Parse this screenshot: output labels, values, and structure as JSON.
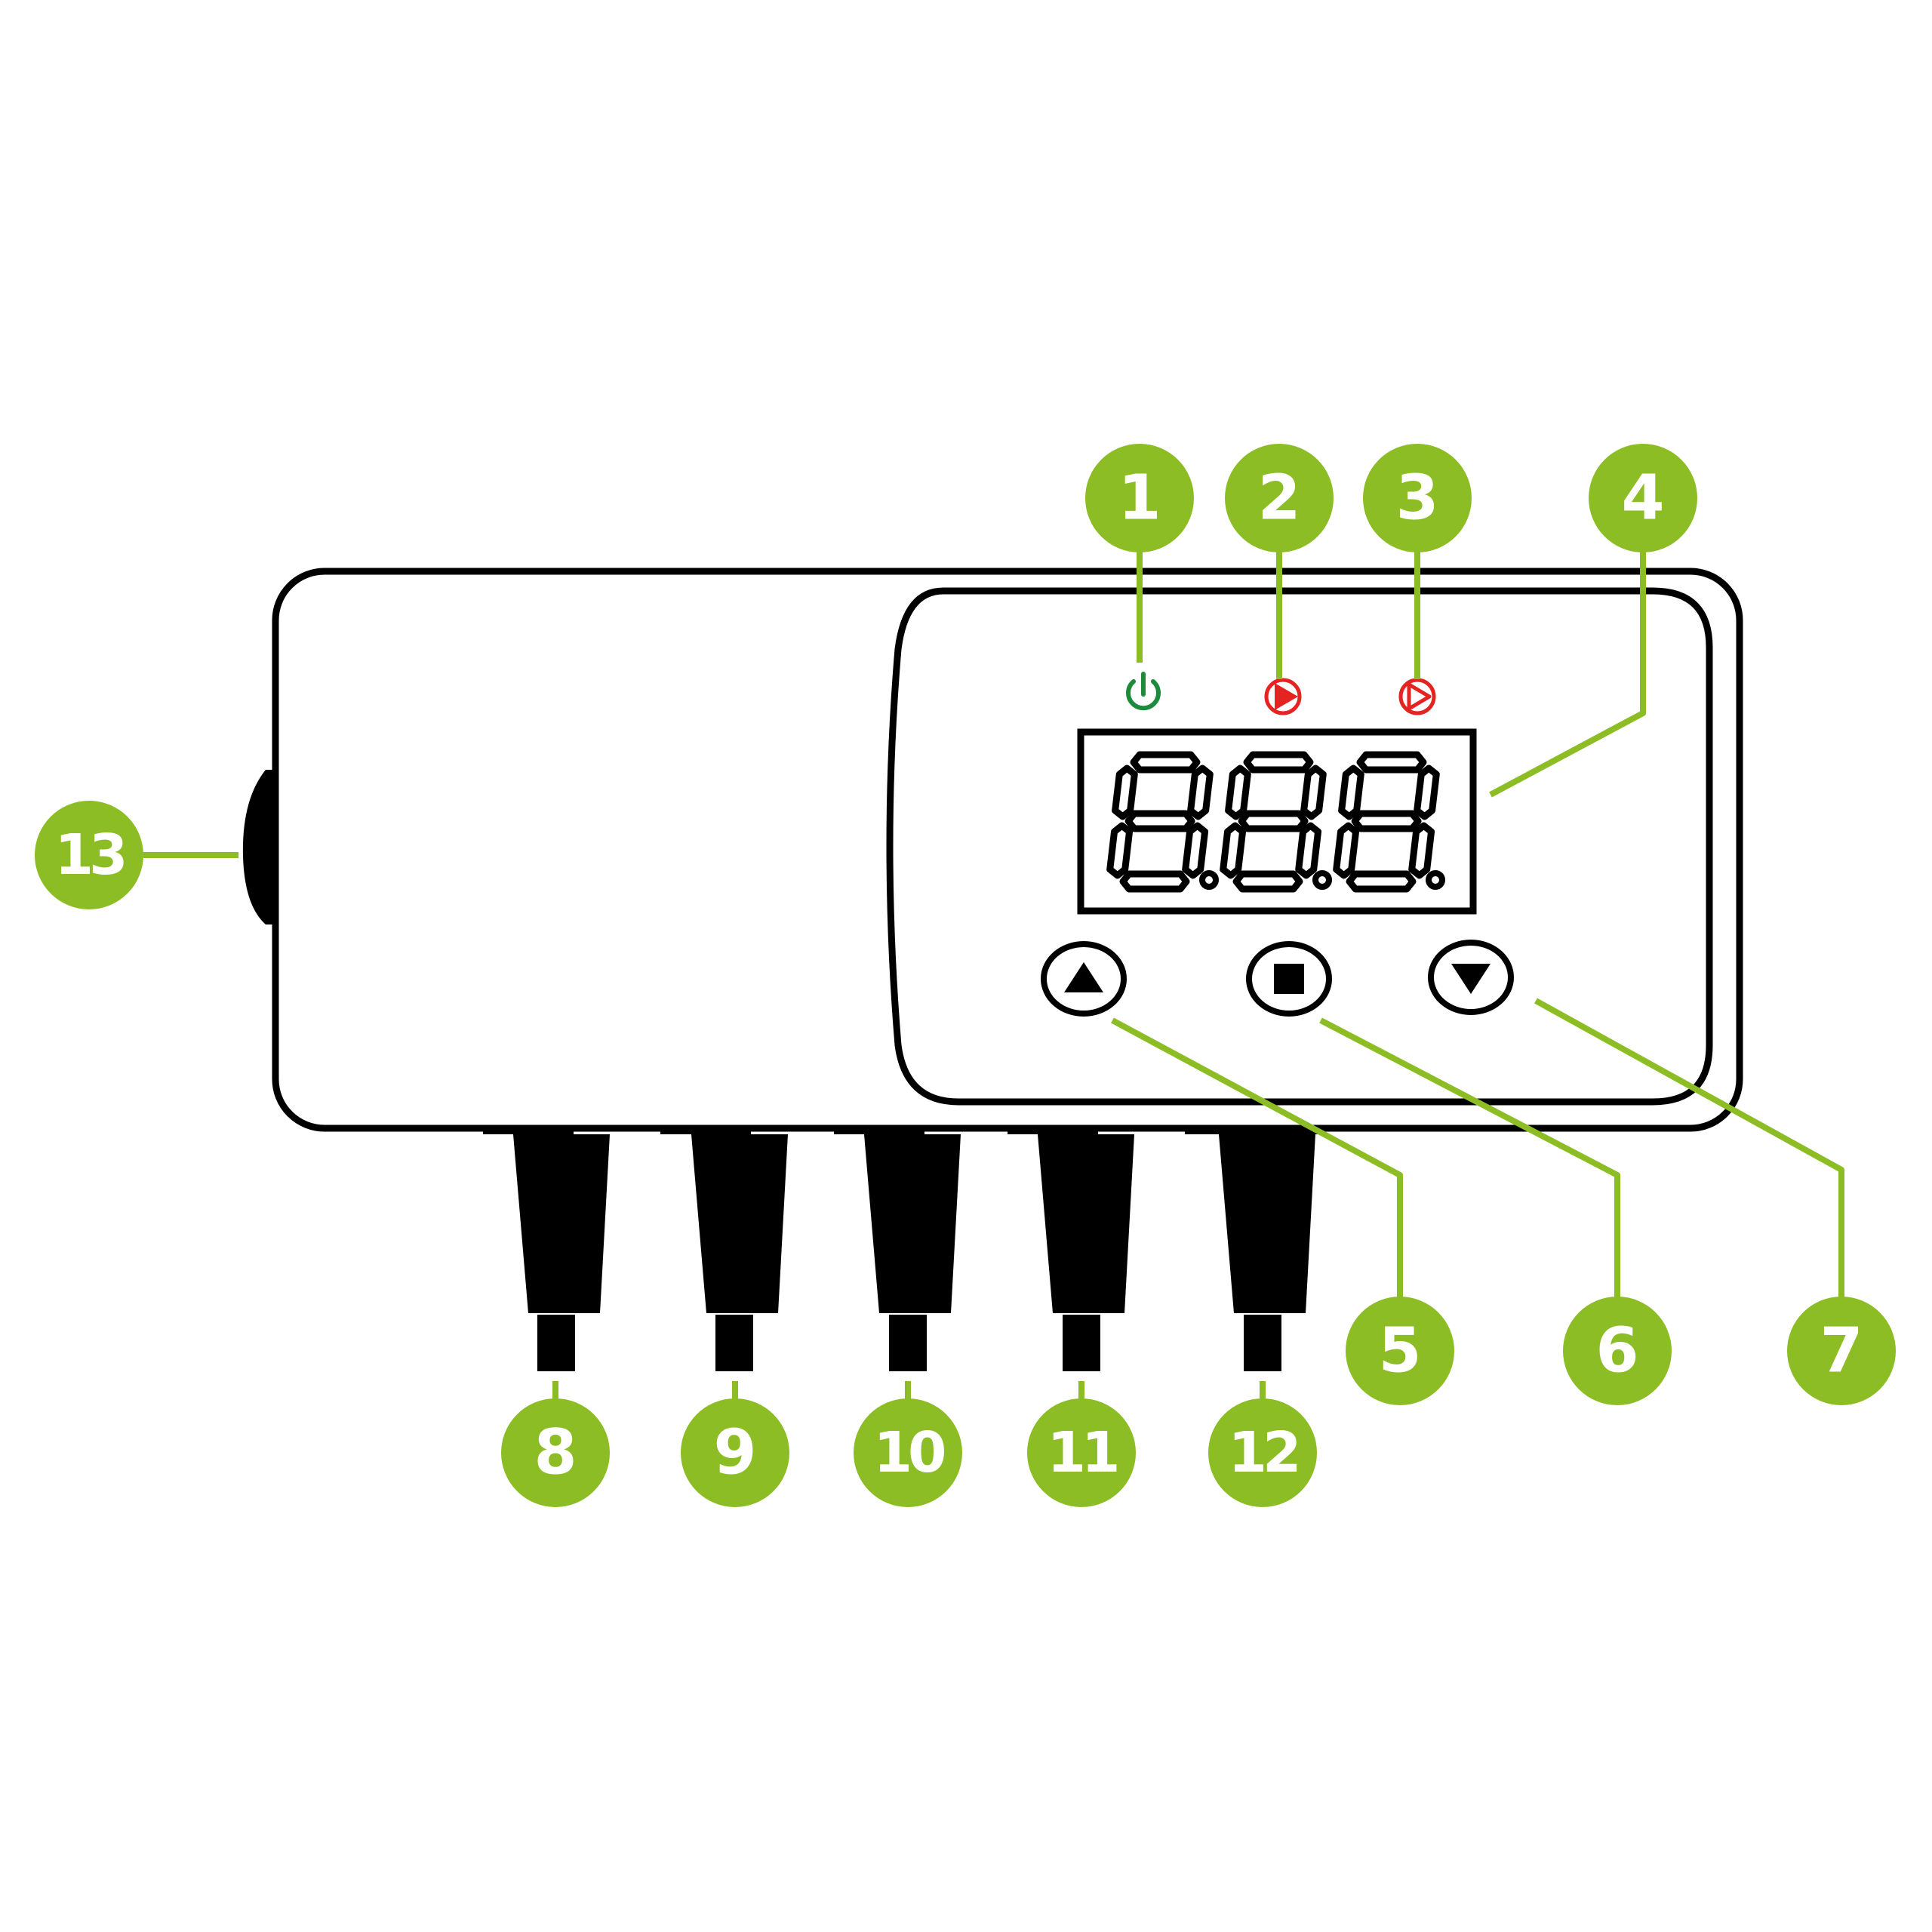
{
  "diagram": {
    "accent_color": "#8dbd25",
    "callouts": [
      {
        "id": "1",
        "label": "1"
      },
      {
        "id": "2",
        "label": "2"
      },
      {
        "id": "3",
        "label": "3"
      },
      {
        "id": "4",
        "label": "4"
      },
      {
        "id": "5",
        "label": "5"
      },
      {
        "id": "6",
        "label": "6"
      },
      {
        "id": "7",
        "label": "7"
      },
      {
        "id": "8",
        "label": "8"
      },
      {
        "id": "9",
        "label": "9"
      },
      {
        "id": "10",
        "label": "10"
      },
      {
        "id": "11",
        "label": "11"
      },
      {
        "id": "12",
        "label": "12"
      },
      {
        "id": "13",
        "label": "13"
      }
    ],
    "indicators": [
      {
        "icon": "power-icon",
        "color": "#1e8a3c"
      },
      {
        "icon": "pump-filled-icon",
        "color": "#e52421"
      },
      {
        "icon": "pump-outline-icon",
        "color": "#e52421"
      }
    ],
    "buttons": [
      {
        "icon": "up-arrow-icon"
      },
      {
        "icon": "stop-square-icon"
      },
      {
        "icon": "down-arrow-icon"
      }
    ]
  }
}
